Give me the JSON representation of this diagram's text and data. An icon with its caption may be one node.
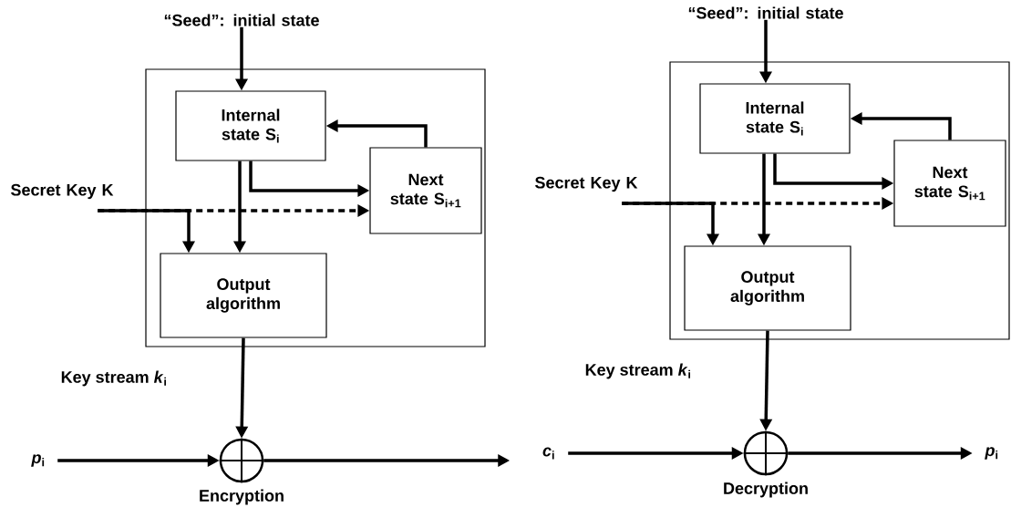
{
  "diagram": {
    "nodes": [
      {
        "text": [
          "“Seed”: initial state"
        ]
      },
      {
        "text": [],
        "shape": "box"
      },
      {
        "text": [
          "Internal state S$_{i}$"
        ],
        "in": 1
      },
      {
        "text": [
          "Next state S$_{i+1}$"
        ],
        "in": 1
      },
      {
        "text": [
          "Output algorithm"
        ],
        "in": 1
      },
      {
        "text": [
          "Secret Key K"
        ]
      },
      {
        "text": [],
        "shape": "circle",
        "beside": [
          "Encryption"
        ]
      },
      {
        "text": [
          "*p*$_{i}$"
        ]
      },
      {
        "text": [
          "“Seed”: initial state"
        ]
      },
      {
        "text": [],
        "shape": "box"
      },
      {
        "text": [
          "Internal state S$_{i}$"
        ],
        "in": 9
      },
      {
        "text": [
          "Next state S$_{i+1}$"
        ],
        "in": 9
      },
      {
        "text": [
          "Output algorithm"
        ],
        "in": 9
      },
      {
        "text": [
          "Secret Key K"
        ]
      },
      {
        "text": [],
        "shape": "circle",
        "beside": [
          "Decryption"
        ]
      },
      {
        "text": [
          "*c*$_{i}$"
        ]
      },
      {
        "text": [
          "*p*$_{i}$"
        ]
      }
    ],
    "edges": [
      {
        "from": 0,
        "to": 2,
        "arrow": "to"
      },
      {
        "from": 3,
        "to": 2,
        "arrow": "to"
      },
      {
        "from": 2,
        "to": 3,
        "arrow": "to"
      },
      {
        "from": 2,
        "to": 4,
        "arrow": "to"
      },
      {
        "from": 5,
        "to": 4,
        "arrow": "to"
      },
      {
        "from": 5,
        "to": 3,
        "arrow": "to",
        "style": "dashed"
      },
      {
        "from": 4,
        "to": 6,
        "arrow": "to",
        "label": "Key stream *k*$_{i}$"
      },
      {
        "from": 7,
        "to": 6,
        "arrow": "to"
      },
      {
        "from": 6,
        "to": null,
        "arrow": "to"
      },
      {
        "from": 8,
        "to": 10,
        "arrow": "to"
      },
      {
        "from": 11,
        "to": 10,
        "arrow": "to"
      },
      {
        "from": 10,
        "to": 11,
        "arrow": "to"
      },
      {
        "from": 10,
        "to": 12,
        "arrow": "to"
      },
      {
        "from": 13,
        "to": 12,
        "arrow": "to"
      },
      {
        "from": 13,
        "to": 11,
        "arrow": "to",
        "style": "dashed"
      },
      {
        "from": 12,
        "to": 14,
        "arrow": "to",
        "label": "Key stream *k*$_{i}$"
      },
      {
        "from": 15,
        "to": 14,
        "arrow": "to"
      },
      {
        "from": 14,
        "to": 16,
        "arrow": "to"
      }
    ]
  }
}
